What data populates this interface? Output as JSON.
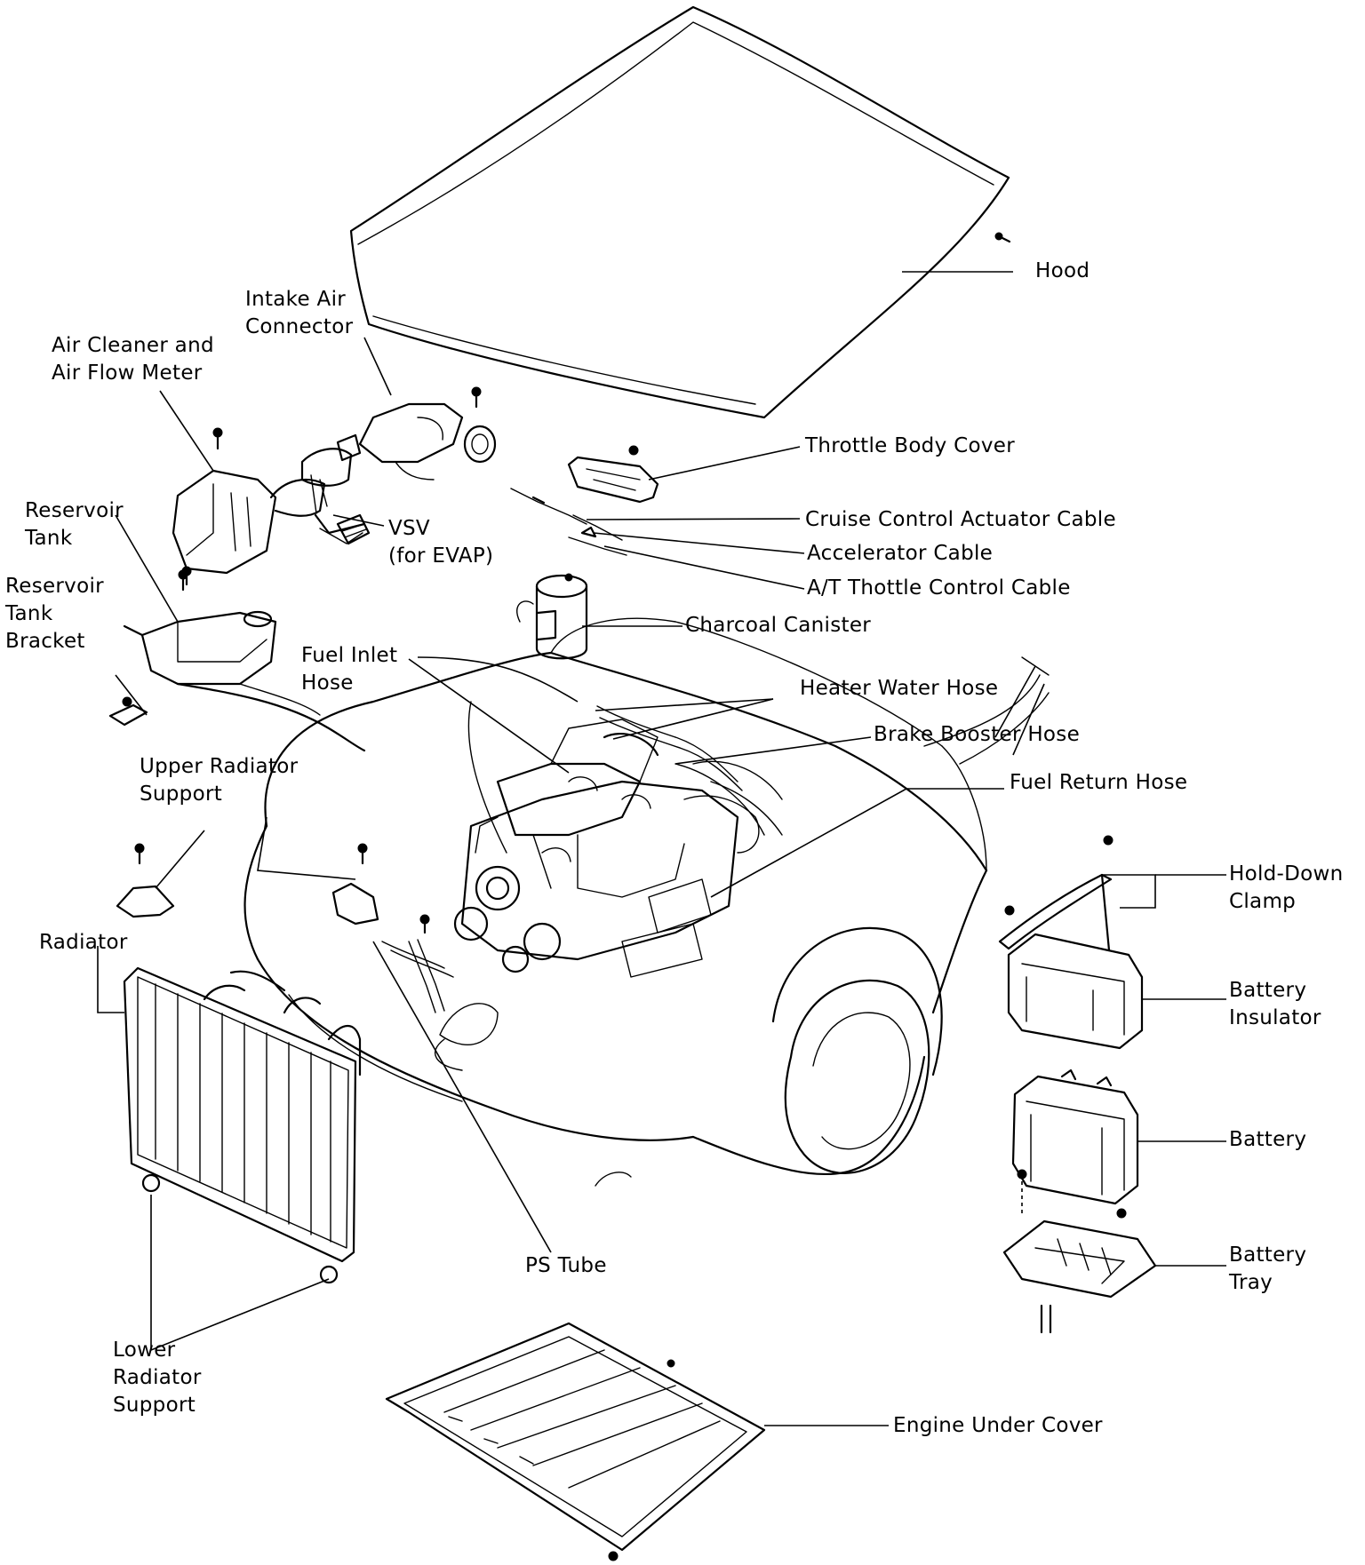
{
  "labels": {
    "hood": "Hood",
    "intake_air_connector": "Intake Air\nConnector",
    "air_cleaner": "Air Cleaner and\nAir Flow Meter",
    "throttle_body_cover": "Throttle Body Cover",
    "cruise_control_cable": "Cruise Control Actuator Cable",
    "accelerator_cable": "Accelerator Cable",
    "at_throttle_cable": "A/T Thottle Control Cable",
    "charcoal_canister": "Charcoal Canister",
    "vsv": "VSV\n(for EVAP)",
    "reservoir_tank": "Reservoir\nTank",
    "reservoir_tank_bracket": "Reservoir\nTank\nBracket",
    "fuel_inlet_hose": "Fuel Inlet\nHose",
    "heater_water_hose": "Heater Water Hose",
    "brake_booster_hose": "Brake Booster Hose",
    "fuel_return_hose": "Fuel Return Hose",
    "upper_radiator_support": "Upper Radiator\nSupport",
    "radiator": "Radiator",
    "hold_down_clamp": "Hold-Down\nClamp",
    "battery_insulator": "Battery\nInsulator",
    "battery": "Battery",
    "battery_tray": "Battery\nTray",
    "ps_tube": "PS Tube",
    "lower_radiator_support": "Lower\nRadiator\nSupport",
    "engine_under_cover": "Engine Under Cover"
  }
}
